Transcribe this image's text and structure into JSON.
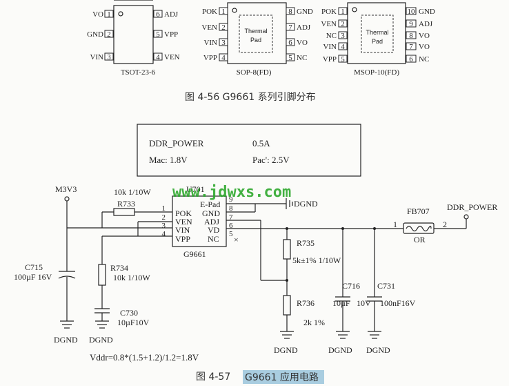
{
  "top": {
    "tsot": {
      "name": "TSOT-23-6",
      "left_pins": [
        {
          "n": "1",
          "l": "VO"
        },
        {
          "n": "2",
          "l": "GND"
        },
        {
          "n": "3",
          "l": "VIN"
        }
      ],
      "right_pins": [
        {
          "n": "6",
          "l": "ADJ"
        },
        {
          "n": "5",
          "l": "VPP"
        },
        {
          "n": "4",
          "l": "VEN"
        }
      ]
    },
    "sop8": {
      "name": "SOP-8(FD)",
      "pad_line1": "Thermal",
      "pad_line2": "Pad",
      "left_pins": [
        {
          "n": "1",
          "l": "POK"
        },
        {
          "n": "2",
          "l": "VEN"
        },
        {
          "n": "3",
          "l": "VIN"
        },
        {
          "n": "4",
          "l": "VPP"
        }
      ],
      "right_pins": [
        {
          "n": "8",
          "l": "GND"
        },
        {
          "n": "7",
          "l": "ADJ"
        },
        {
          "n": "6",
          "l": "VO"
        },
        {
          "n": "5",
          "l": "NC"
        }
      ]
    },
    "msop10": {
      "name": "MSOP-10(FD)",
      "pad_line1": "Thermal",
      "pad_line2": "Pad",
      "left_pins": [
        {
          "n": "1",
          "l": "POK"
        },
        {
          "n": "2",
          "l": "VEN"
        },
        {
          "n": "3",
          "l": "NC"
        },
        {
          "n": "4",
          "l": "VIN"
        },
        {
          "n": "5",
          "l": "VPP"
        }
      ],
      "right_pins": [
        {
          "n": "10",
          "l": "GND"
        },
        {
          "n": "9",
          "l": "ADJ"
        },
        {
          "n": "8",
          "l": "VO"
        },
        {
          "n": "7",
          "l": "VO"
        },
        {
          "n": "6",
          "l": "NC"
        }
      ]
    },
    "caption": "图 4-56   G9661 系列引脚分布"
  },
  "circuit": {
    "box": {
      "r1c1": "DDR_POWER",
      "r1c2": "0.5A",
      "r2c1": "Mac: 1.8V",
      "r2c2": "Pac': 2.5V"
    },
    "watermark": "www.jdwxs.com",
    "ic_ref": "U701",
    "ic_name": "G9661",
    "ic_left": [
      {
        "n": "1",
        "l": "POK"
      },
      {
        "n": "2",
        "l": "VEN"
      },
      {
        "n": "3",
        "l": "VIN"
      },
      {
        "n": "4",
        "l": "VPP"
      }
    ],
    "ic_right": [
      {
        "n": "9",
        "l": "E-Pad"
      },
      {
        "n": "8",
        "l": "GND"
      },
      {
        "n": "7",
        "l": "ADJ"
      },
      {
        "n": "6",
        "l": "VD"
      },
      {
        "n": "5",
        "l": "NC"
      }
    ],
    "ic_gnd": "DGND",
    "m3v3": "M3V3",
    "r733_val": "10k 1/10W",
    "r733": "R733",
    "c715": "C715",
    "c715_val": "100µF 16V",
    "r734": "R734",
    "r734_val": "10k 1/10W",
    "c730": "C730",
    "c730_val": "10µF10V",
    "r735": "R735",
    "r735_val": "5k±1% 1/10W",
    "r736": "R736",
    "r736_val": "2k 1%",
    "c716": "C716",
    "c716_val1": "10µF",
    "c716_val2": "10V",
    "c731": "C731",
    "c731_val": "100nF16V",
    "fb707": "FB707",
    "fb_val": "OR",
    "fb_p1": "1",
    "fb_p2": "2",
    "out": "DDR_POWER",
    "dgnd": "DGND",
    "formula": "Vddr=0.8*(1.5+1.2)/1.2=1.8V",
    "caption_num": "图 4-57",
    "caption_text": "G9661 应用电路"
  }
}
